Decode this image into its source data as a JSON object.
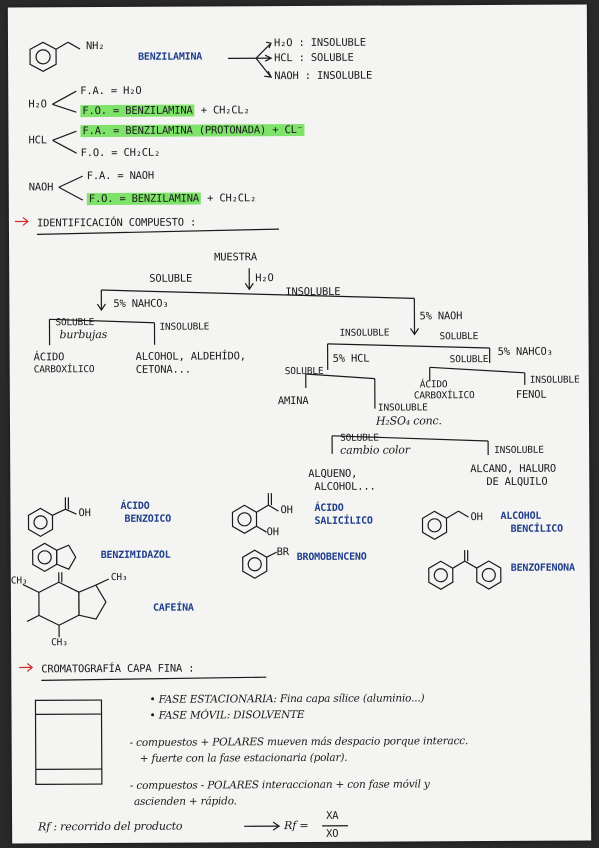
{
  "top": {
    "nh2": "NH₂",
    "benzylamine": "BENZILAMINA",
    "h2o_result": "H₂O : INSOLUBLE",
    "hcl_result": "HCl : SOLUBLE",
    "naoh_result": "NaOH : INSOLUBLE"
  },
  "phases": [
    {
      "solvent": "H₂O",
      "fa": "F.A. = H₂O",
      "fo": "F.O. = BENZILAMINA",
      "fo_tail": "+ CH₂Cl₂"
    },
    {
      "solvent": "HCl",
      "fa": "F.A. = BENZILAMINA (protonada) + Cl⁻",
      "fo": "F.O. = CH₂Cl₂",
      "fo_tail": ""
    },
    {
      "solvent": "NaOH",
      "fa": "F.A. = NaOH",
      "fo": "F.O. = BENZILAMINA",
      "fo_tail": "+ CH₂Cl₂"
    }
  ],
  "section1_title": "IDENTIFICACIÓN COMPUESTO :",
  "tree": {
    "muestra": "MUESTRA",
    "h2o": "H₂O",
    "soluble": "SOLUBLE",
    "insoluble": "INSOLUBLE",
    "nahco3": "5% NaHCO₃",
    "soluble_burbujas_1": "SOLUBLE",
    "soluble_burbujas_2": "burbujas",
    "insoluble2": "INSOLUBLE",
    "acido_carb_1": "ÁCIDO",
    "acido_carb_2": "CARBOXÍLICO",
    "alcohol_1": "ALCOHOL, ALDEHÍDO,",
    "alcohol_2": "CETONA...",
    "naoh": "5% NaOH",
    "insoluble3": "INSOLUBLE",
    "soluble3": "SOLUBLE",
    "hcl": "5% HCl",
    "soluble4": "SOLUBLE",
    "nahco3_2": "5% NaHCO₃",
    "soluble5": "SOLUBLE",
    "amina": "AMINA",
    "insoluble4": "INSOLUBLE",
    "h2so4": "H₂SO₄ conc.",
    "acido2_1": "ÁCIDO",
    "acido2_2": "CARBOXÍLICO",
    "insoluble5": "INSOLUBLE",
    "fenol": "FENOL",
    "soluble_cambio_1": "SOLUBLE",
    "soluble_cambio_2": "cambio color",
    "insoluble6": "INSOLUBLE",
    "alqueno_1": "ALQUENO,",
    "alqueno_2": "ALCOHOL...",
    "alcano_1": "ALCANO, HALURO",
    "alcano_2": "DE ALQUILO"
  },
  "compounds": {
    "oh1": "OH",
    "acido_benzoico_1": "ÁCIDO",
    "acido_benzoico_2": "BENZOICO",
    "oh2": "OH",
    "oh3": "OH",
    "acido_salicilico_1": "ÁCIDO",
    "acido_salicilico_2": "SALICÍLICO",
    "oh4": "OH",
    "alcohol_benc_1": "ALCOHOL",
    "alcohol_benc_2": "BENCÍLICO",
    "bencimidazol": "BENZIMIDAZOL",
    "br": "Br",
    "bromobenceno": "BROMOBENCENO",
    "benzofenona": "BENZOFENONA",
    "cafeina": "CAFEÍNA",
    "ch3_a": "CH₃",
    "ch3_b": "CH₃",
    "ch3_c": "CH₃"
  },
  "section2_title": "CROMATOGRAFÍA CAPA FINA :",
  "tlc": {
    "line1": "• FASE ESTACIONARIA: Fina capa sílice (aluminio...)",
    "line2": "• FASE MÓVIL: DISOLVENTE",
    "line3": "- compuestos + POLARES mueven más despacio porque interacc.",
    "line4": "+ fuerte con la fase estacionaria (polar).",
    "line5": "- compuestos - POLARES interaccionan + con fase móvil y",
    "line6": "ascienden + rápido.",
    "rf_def": "Rf : recorrido del producto",
    "rf_eq": "Rf =",
    "rf_num": "XA",
    "rf_den": "XO"
  }
}
